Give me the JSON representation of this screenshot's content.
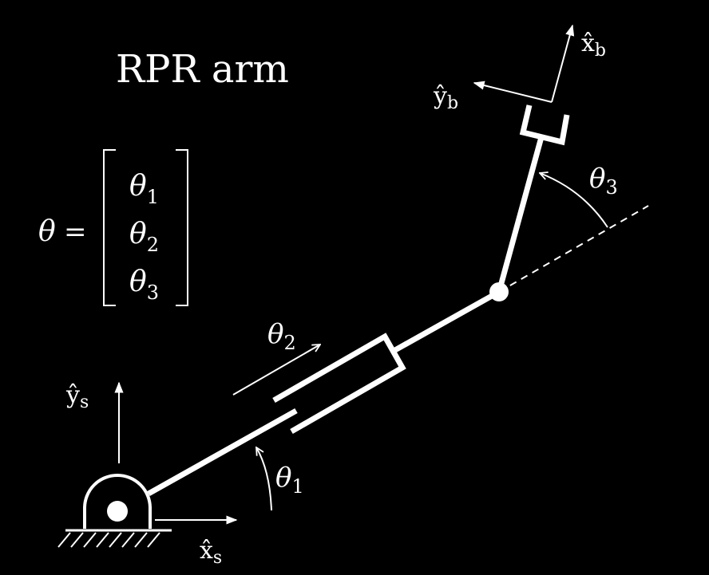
{
  "title": "RPR arm",
  "matrix": {
    "lhs": "θ",
    "equals": "=",
    "entries": [
      {
        "sym": "θ",
        "sub": "1"
      },
      {
        "sym": "θ",
        "sub": "2"
      },
      {
        "sym": "θ",
        "sub": "3"
      }
    ]
  },
  "labels": {
    "theta1": {
      "sym": "θ",
      "sub": "1"
    },
    "theta2": {
      "sym": "θ",
      "sub": "2"
    },
    "theta3": {
      "sym": "θ",
      "sub": "3"
    },
    "ys": {
      "sym": "ŷ",
      "sub": "s"
    },
    "xs": {
      "sym": "x̂",
      "sub": "s"
    },
    "yb": {
      "sym": "ŷ",
      "sub": "b"
    },
    "xb": {
      "sym": "x̂",
      "sub": "b"
    }
  },
  "colors": {
    "background": "#000000",
    "foreground": "#ffffff"
  }
}
